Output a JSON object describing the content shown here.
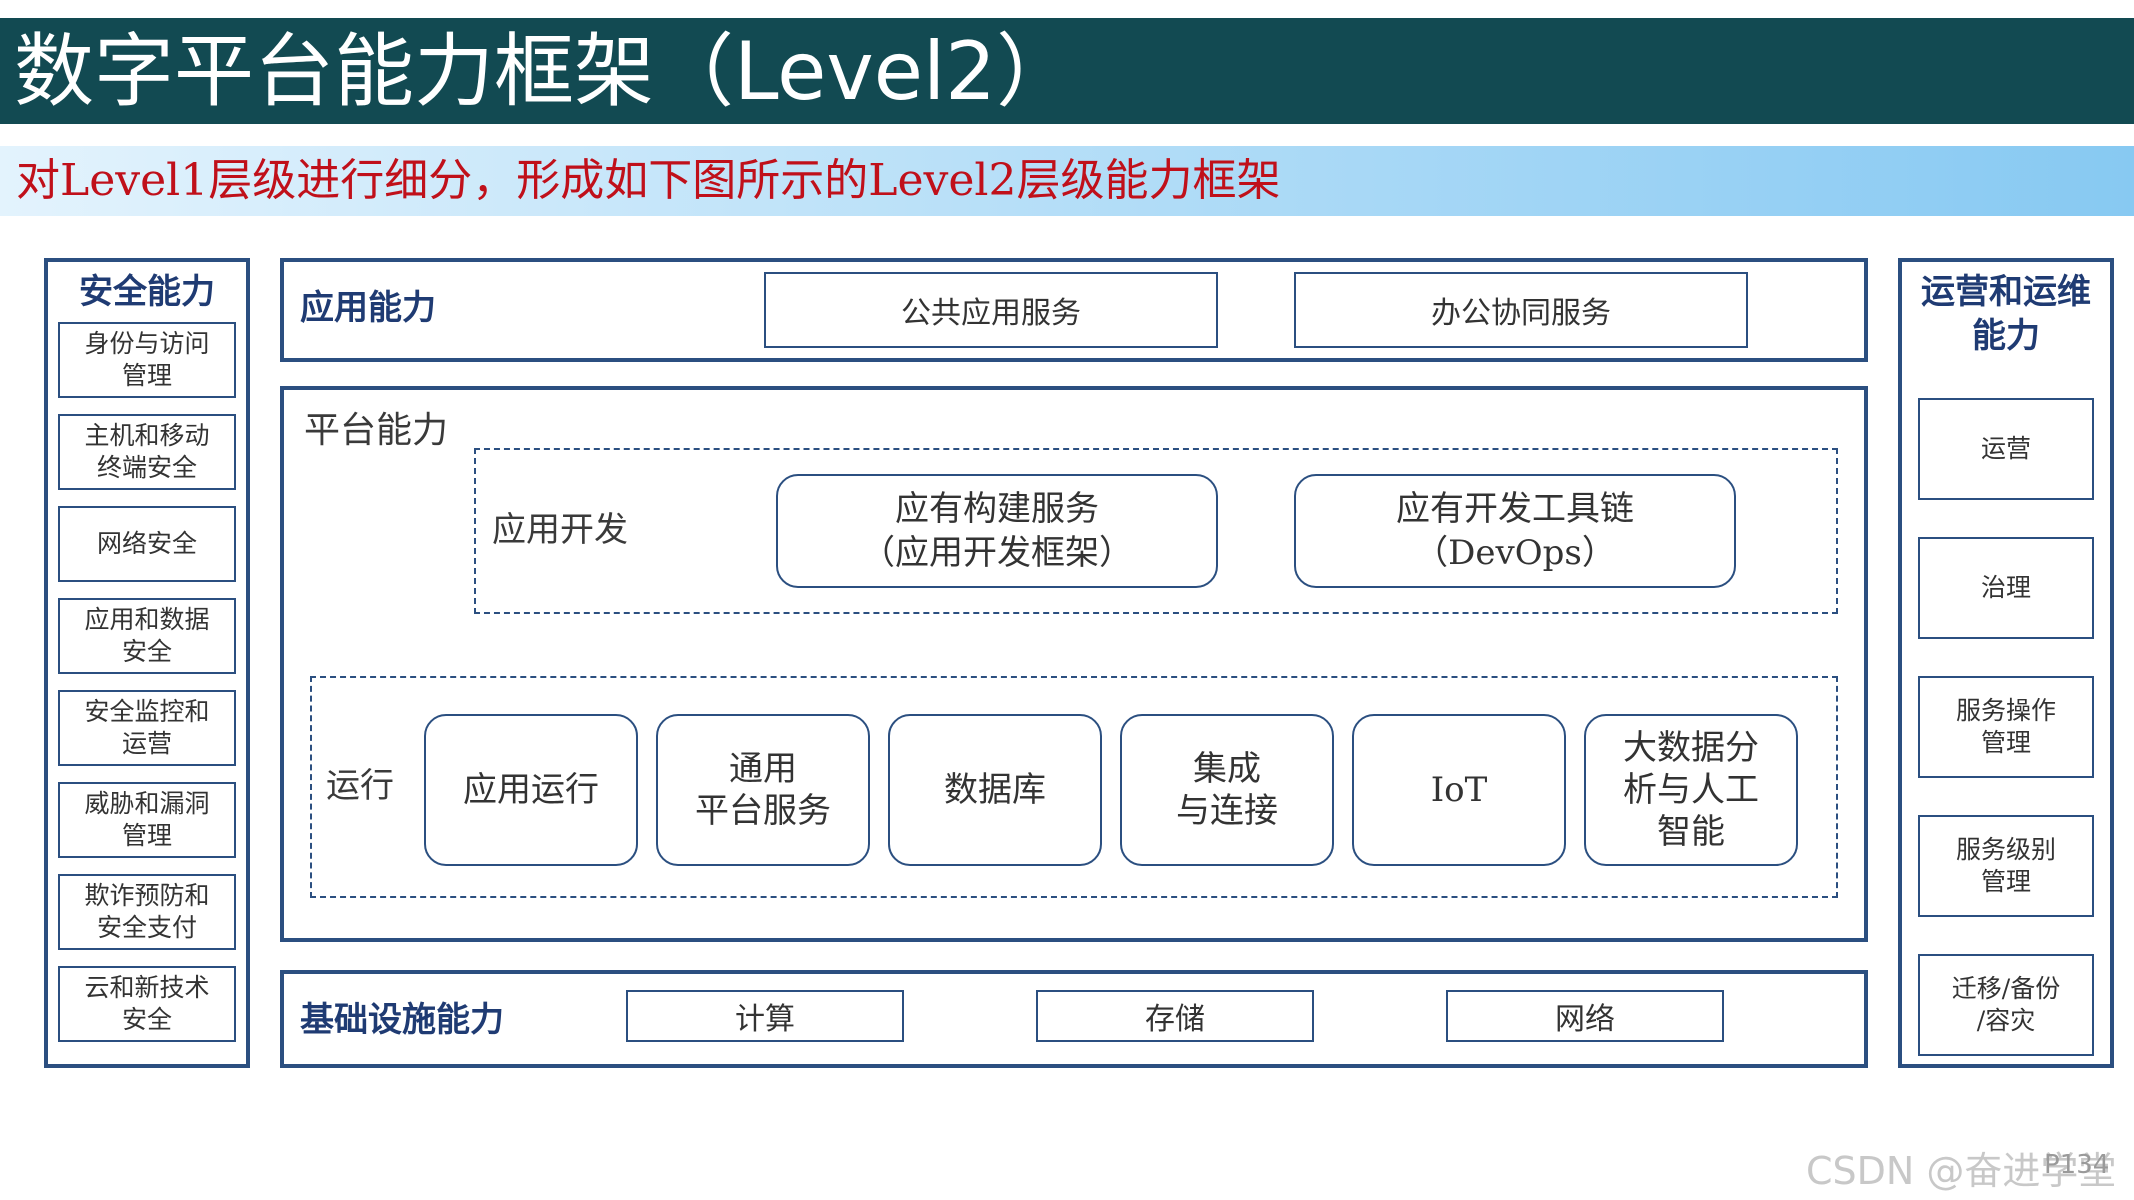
{
  "title": "数字平台能力框架（Level2）",
  "subtitle": "对Level1层级进行细分，形成如下图所示的Level2层级能力框架",
  "security": {
    "heading": "安全能力",
    "items": [
      "身份与访问\n管理",
      "主机和移动\n终端安全",
      "网络安全",
      "应用和数据\n安全",
      "安全监控和\n运营",
      "威胁和漏洞\n管理",
      "欺诈预防和\n安全支付",
      "云和新技术\n安全"
    ]
  },
  "application": {
    "heading": "应用能力",
    "items": [
      "公共应用服务",
      "办公协同服务"
    ]
  },
  "platform": {
    "heading": "平台能力",
    "dev": {
      "label": "应用开发",
      "items": [
        "应有构建服务\n（应用开发框架）",
        "应有开发工具链\n（DevOps）"
      ]
    },
    "run": {
      "label": "运行",
      "items": [
        "应用运行",
        "通用\n平台服务",
        "数据库",
        "集成\n与连接",
        "IoT",
        "大数据分\n析与人工\n智能"
      ]
    }
  },
  "infrastructure": {
    "heading": "基础设施能力",
    "items": [
      "计算",
      "存储",
      "网络"
    ]
  },
  "ops": {
    "heading": "运营和运维\n能力",
    "items": [
      "运营",
      "治理",
      "服务操作\n管理",
      "服务级别\n管理",
      "迁移/备份\n/容灾"
    ]
  },
  "watermark": "CSDN @奋进学堂",
  "page_number": "P134",
  "colors": {
    "title_bar": "#124a52",
    "subtitle_text": "#c0101a",
    "border": "#2b4f80",
    "heading_text": "#1f3b73"
  }
}
